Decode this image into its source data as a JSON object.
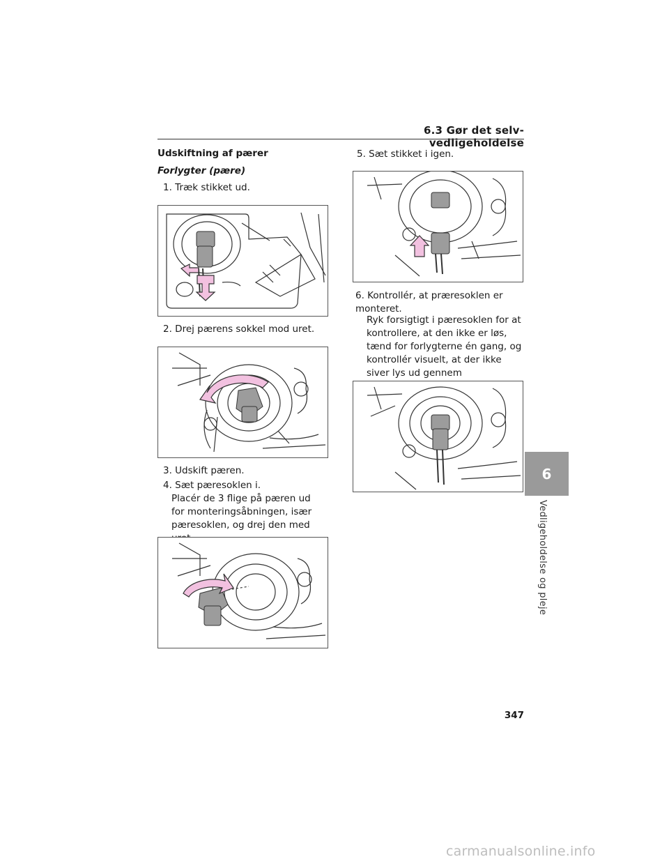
{
  "header": {
    "section_title": "6.3 Gør det selv-vedligeholdelse"
  },
  "content": {
    "heading": "Udskiftning af pærer",
    "subheading": "Forlygter (pære)",
    "steps": [
      {
        "label": "1. Træk stikket ud."
      },
      {
        "label": "2. Drej pærens sokkel mod uret."
      },
      {
        "label": "3. Udskift pæren."
      },
      {
        "label": "4. Sæt pæresoklen i."
      },
      {
        "label": "5. Sæt stikket i igen."
      },
      {
        "label": "6. Kontrollér, at præresoklen er monteret."
      }
    ],
    "notes": [
      "Placér de 3 flige på pæren ud for monteringsåbningen, især pæresoklen, og drej den med uret.",
      "Ryk forsigtigt i pæresoklen for at kontrollere, at den ikke er løs, tænd for forlygterne én gang, og kontrollér visuelt, at der ikke siver lys ud gennem monteringsåbningen."
    ]
  },
  "side_tab": {
    "number": "6",
    "label": "Vedligeholdelse og pleje"
  },
  "footer": {
    "page_number": "347",
    "watermark": "carmanualsonline.info"
  },
  "colors": {
    "arrow_fill": "#f2c1e0",
    "tab_bg": "#9a9a9a",
    "line": "#333333"
  },
  "figures": [
    {
      "id": "fig1",
      "icon": "unplug-connector-illustration"
    },
    {
      "id": "fig2",
      "icon": "rotate-counterclockwise-illustration"
    },
    {
      "id": "fig3",
      "icon": "insert-rotate-clockwise-illustration"
    },
    {
      "id": "fig4",
      "icon": "reconnect-plug-illustration"
    },
    {
      "id": "fig5",
      "icon": "installed-bulb-illustration"
    }
  ]
}
